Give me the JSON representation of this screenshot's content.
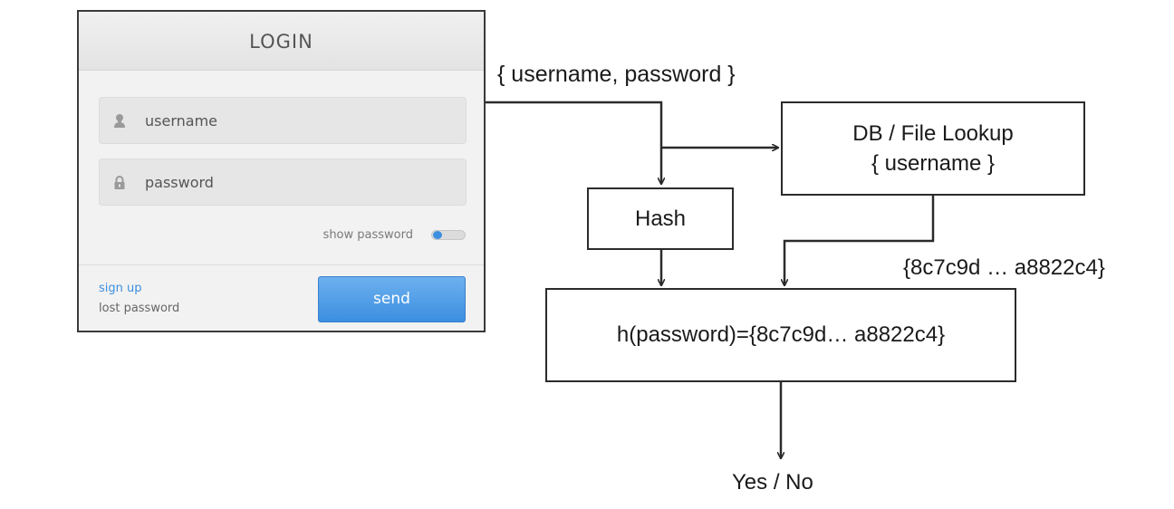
{
  "login_form": {
    "title": "LOGIN",
    "username_placeholder": "username",
    "password_placeholder": "password",
    "show_password_label": "show password",
    "show_password_enabled": false,
    "sign_up_link": "sign up",
    "lost_password_link": "lost password",
    "send_button": "send",
    "accent_color": "#3d8fe0"
  },
  "diagram": {
    "credentials_label": "{ username, password }",
    "lookup_node": {
      "line1": "DB / File Lookup",
      "line2": "{ username }"
    },
    "hash_node": "Hash",
    "stored_hash_label": "{8c7c9d … a8822c4}",
    "compare_node": "h(password)={8c7c9d… a8822c4}",
    "result_label": "Yes / No"
  }
}
